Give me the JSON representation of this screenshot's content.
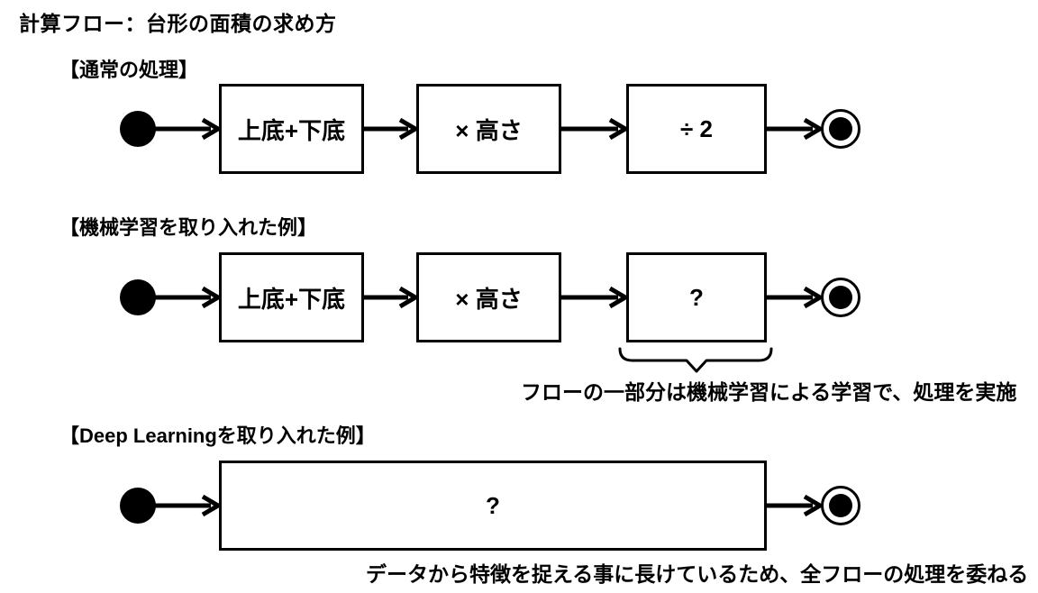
{
  "title": "計算フロー：台形の面積の求め方",
  "colors": {
    "ink": "#000000",
    "background": "#ffffff"
  },
  "sections": [
    {
      "header": "【通常の処理】",
      "boxes": [
        "上底+下底",
        "× 高さ",
        "÷ 2"
      ]
    },
    {
      "header": "【機械学習を取り入れた例】",
      "boxes": [
        "上底+下底",
        "× 高さ",
        "?"
      ],
      "annotation": "フローの一部分は機械学習による学習で、処理を実施"
    },
    {
      "header": "【Deep Learningを取り入れた例】",
      "boxes": [
        "?"
      ],
      "annotation": "データから特徴を捉える事に長けているため、全フローの処理を委ねる"
    }
  ]
}
